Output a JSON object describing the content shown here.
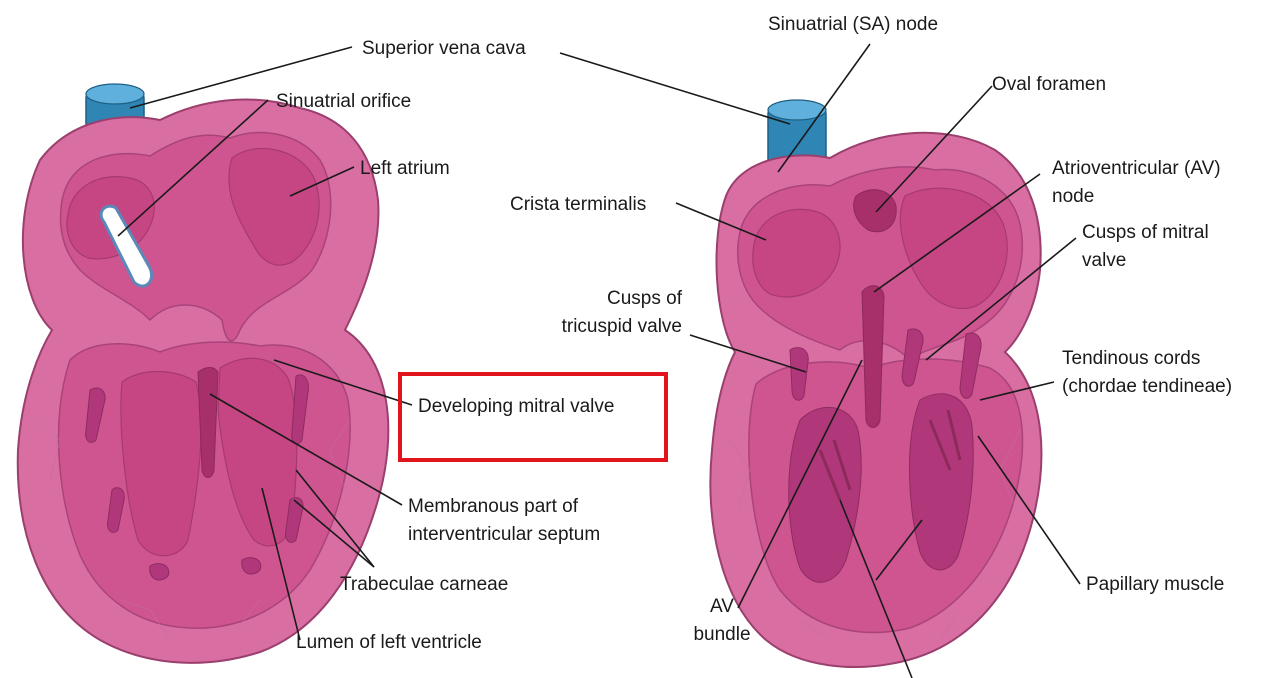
{
  "left_heart": {
    "labels": {
      "superior_vena_cava": "Superior vena cava",
      "sinuatrial_orifice": "Sinuatrial orifice",
      "left_atrium": "Left atrium",
      "developing_mitral_valve": "Developing mitral valve",
      "membranous_septum_line1": "Membranous part of",
      "membranous_septum_line2": "interventricular septum",
      "trabeculae_carneae": "Trabeculae carneae",
      "lumen_left_ventricle": "Lumen of left ventricle"
    }
  },
  "right_heart": {
    "labels": {
      "sa_node": "Sinuatrial (SA) node",
      "oval_foramen": "Oval foramen",
      "crista_terminalis": "Crista terminalis",
      "av_node_line1": "Atrioventricular (AV)",
      "av_node_line2": "node",
      "cusps_mitral_line1": "Cusps of mitral",
      "cusps_mitral_line2": "valve",
      "cusps_tricuspid_line1": "Cusps of",
      "cusps_tricuspid_line2": "tricuspid valve",
      "tendinous_cords_line1": "Tendinous cords",
      "tendinous_cords_line2": "(chordae tendineae)",
      "papillary_muscle": "Papillary muscle",
      "av_bundle_line1": "AV",
      "av_bundle_line2": "bundle"
    }
  },
  "colors": {
    "heart_tissue": "#d96ea3",
    "chamber": "#c64583",
    "vessel": "#2f86b5",
    "highlight": "#e0141a"
  }
}
